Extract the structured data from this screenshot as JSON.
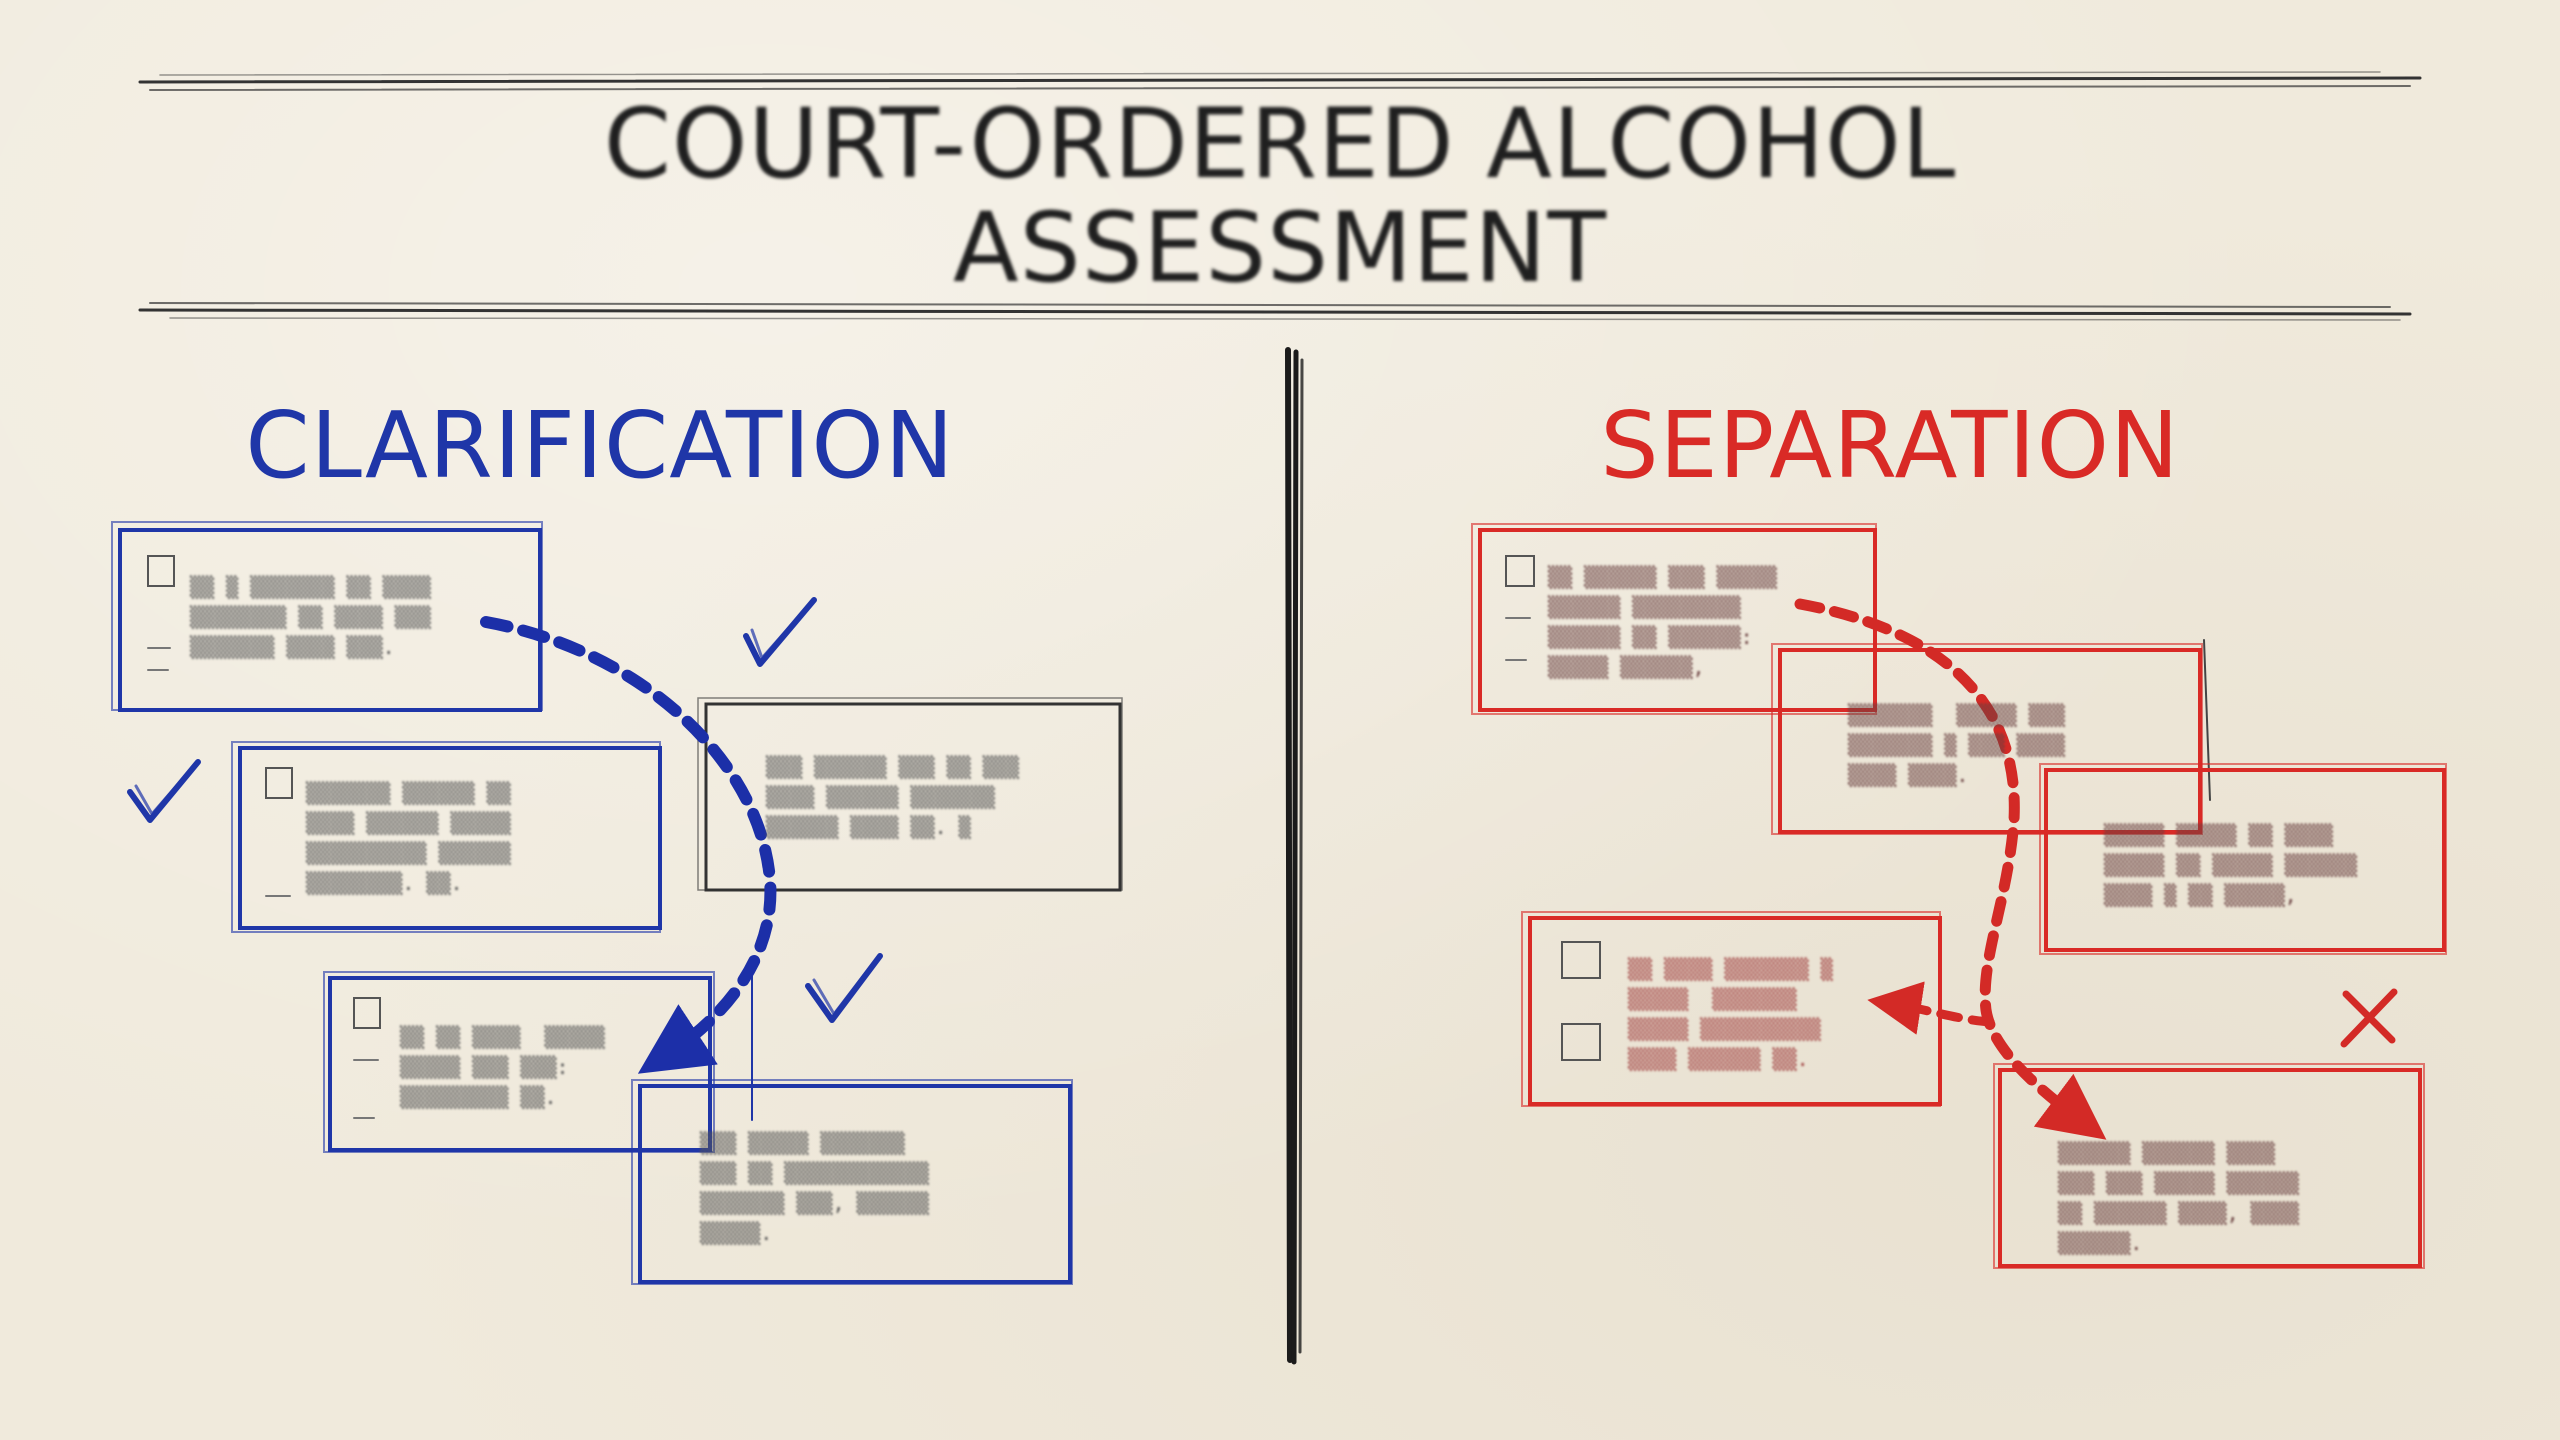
{
  "title": {
    "line1": "COURT-ORDERED ALCOHOL",
    "line2": "ASSESSMENT"
  },
  "left": {
    "heading": "CLARIFICATION",
    "color": "#1f36a8",
    "marker_icon": "checkmark-icon"
  },
  "right": {
    "heading": "SEPARATION",
    "color": "#d92a26",
    "marker_icon": "x-mark-icon"
  },
  "divider_color": "#1b1b1b"
}
